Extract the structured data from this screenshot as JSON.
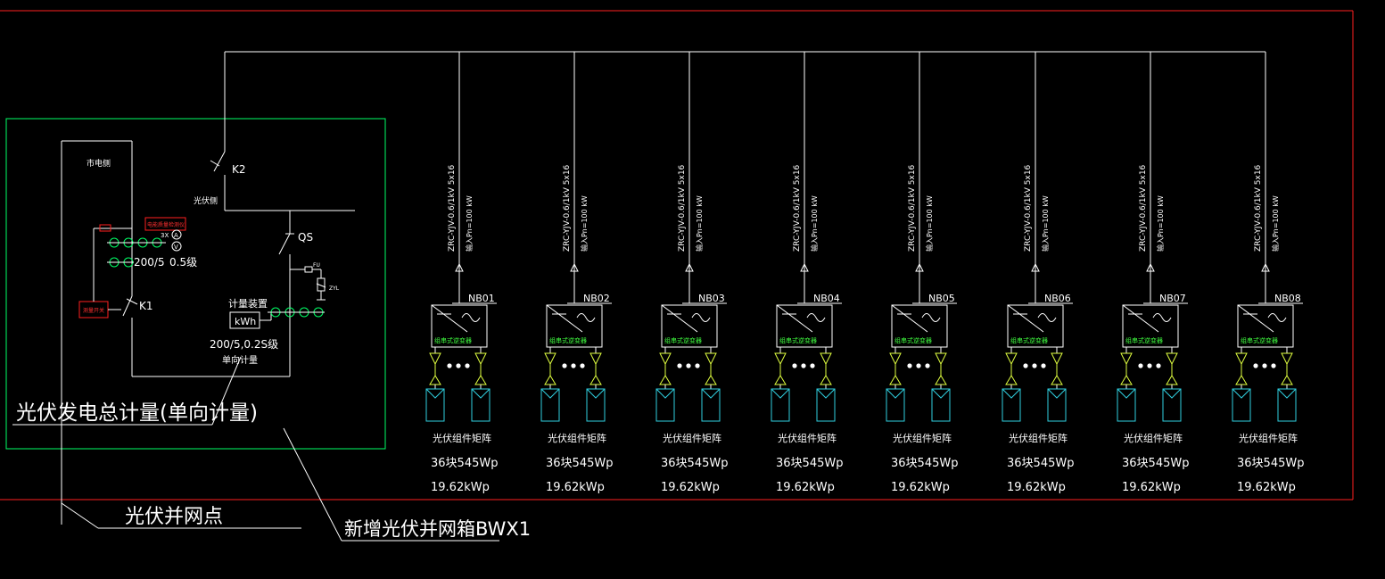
{
  "colors": {
    "background": "#000000",
    "frame": "#ff2020",
    "line": "#ffffff",
    "box": "#00ff66",
    "label_green": "#40ff40",
    "fuse": "#e0ff40",
    "panel": "#30d0e0",
    "relay": "#ff2020"
  },
  "grid_box": {
    "utility_side": "市电侧",
    "pv_side": "光伏侧",
    "k2": "K2",
    "qs": "QS",
    "k1": "K1",
    "fu": "FU",
    "zyl": "ZYL",
    "meter_title": "计量装置",
    "meter_unit": "kWh",
    "meter_spec": "200/5,0.2S级",
    "meter_mode": "单向计量",
    "ct_ratio": "200/5",
    "ct_class": "0.5级",
    "ct_count": "3X",
    "ammeter": "A",
    "voltmeter": "V",
    "relay_label": "电能质量检测仪",
    "red_box_label": "测量开关"
  },
  "labels": {
    "total_meter": "光伏发电总计量(单向计量)",
    "grid_point": "光伏并网点",
    "combiner_box": "新增光伏并网箱BWX1"
  },
  "branches": [
    {
      "id": "NB01",
      "cable": "ZRC-YJV-0.6/1kV 5x16",
      "power": "输入Pn=100 kW",
      "inverter_type": "组串式逆变器",
      "array": "光伏组件矩阵",
      "count": "36块545Wp",
      "capacity": "19.62kWp"
    },
    {
      "id": "NB02",
      "cable": "ZRC-YJV-0.6/1kV 5x16",
      "power": "输入Pn=100 kW",
      "inverter_type": "组串式逆变器",
      "array": "光伏组件矩阵",
      "count": "36块545Wp",
      "capacity": "19.62kWp"
    },
    {
      "id": "NB03",
      "cable": "ZRC-YJV-0.6/1kV 5x16",
      "power": "输入Pn=100 kW",
      "inverter_type": "组串式逆变器",
      "array": "光伏组件矩阵",
      "count": "36块545Wp",
      "capacity": "19.62kWp"
    },
    {
      "id": "NB04",
      "cable": "ZRC-YJV-0.6/1kV 5x16",
      "power": "输入Pn=100 kW",
      "inverter_type": "组串式逆变器",
      "array": "光伏组件矩阵",
      "count": "36块545Wp",
      "capacity": "19.62kWp"
    },
    {
      "id": "NB05",
      "cable": "ZRC-YJV-0.6/1kV 5x16",
      "power": "输入Pn=100 kW",
      "inverter_type": "组串式逆变器",
      "array": "光伏组件矩阵",
      "count": "36块545Wp",
      "capacity": "19.62kWp"
    },
    {
      "id": "NB06",
      "cable": "ZRC-YJV-0.6/1kV 5x16",
      "power": "输入Pn=100 kW",
      "inverter_type": "组串式逆变器",
      "array": "光伏组件矩阵",
      "count": "36块545Wp",
      "capacity": "19.62kWp"
    },
    {
      "id": "NB07",
      "cable": "ZRC-YJV-0.6/1kV 5x16",
      "power": "输入Pn=100 kW",
      "inverter_type": "组串式逆变器",
      "array": "光伏组件矩阵",
      "count": "36块545Wp",
      "capacity": "19.62kWp"
    },
    {
      "id": "NB08",
      "cable": "ZRC-YJV-0.6/1kV 5x16",
      "power": "输入Pn=100 kW",
      "inverter_type": "组串式逆变器",
      "array": "光伏组件矩阵",
      "count": "36块545Wp",
      "capacity": "19.62kWp"
    }
  ]
}
